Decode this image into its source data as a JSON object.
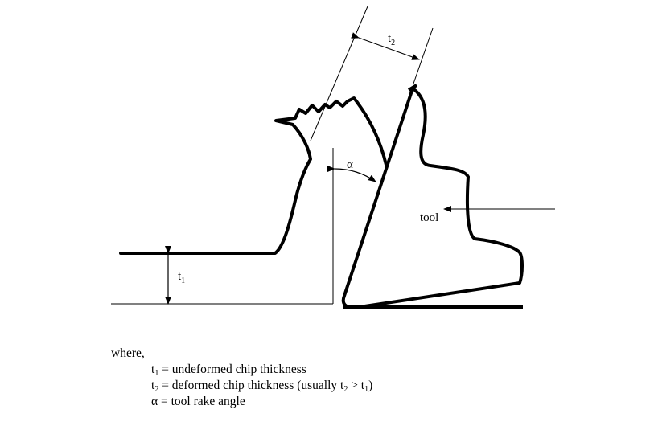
{
  "labels": {
    "t2": {
      "main": "t",
      "sub": "2"
    },
    "t1": {
      "main": "t",
      "sub": "1"
    },
    "alpha": "α",
    "tool": "tool"
  },
  "legend": {
    "where": "where,",
    "t1_sym": "t",
    "t1_sub": "1",
    "t1_text": " = undeformed chip thickness",
    "t2_sym": "t",
    "t2_sub": "2",
    "t2_text": " = deformed chip thickness (usually t",
    "t2_cmp_sub_a": "2",
    "t2_cmp_mid": " > t",
    "t2_cmp_sub_b": "1",
    "t2_cmp_end": ")",
    "alpha_sym": "α",
    "alpha_text": " = tool rake angle"
  },
  "colors": {
    "ink": "#000000",
    "background": "#ffffff"
  }
}
